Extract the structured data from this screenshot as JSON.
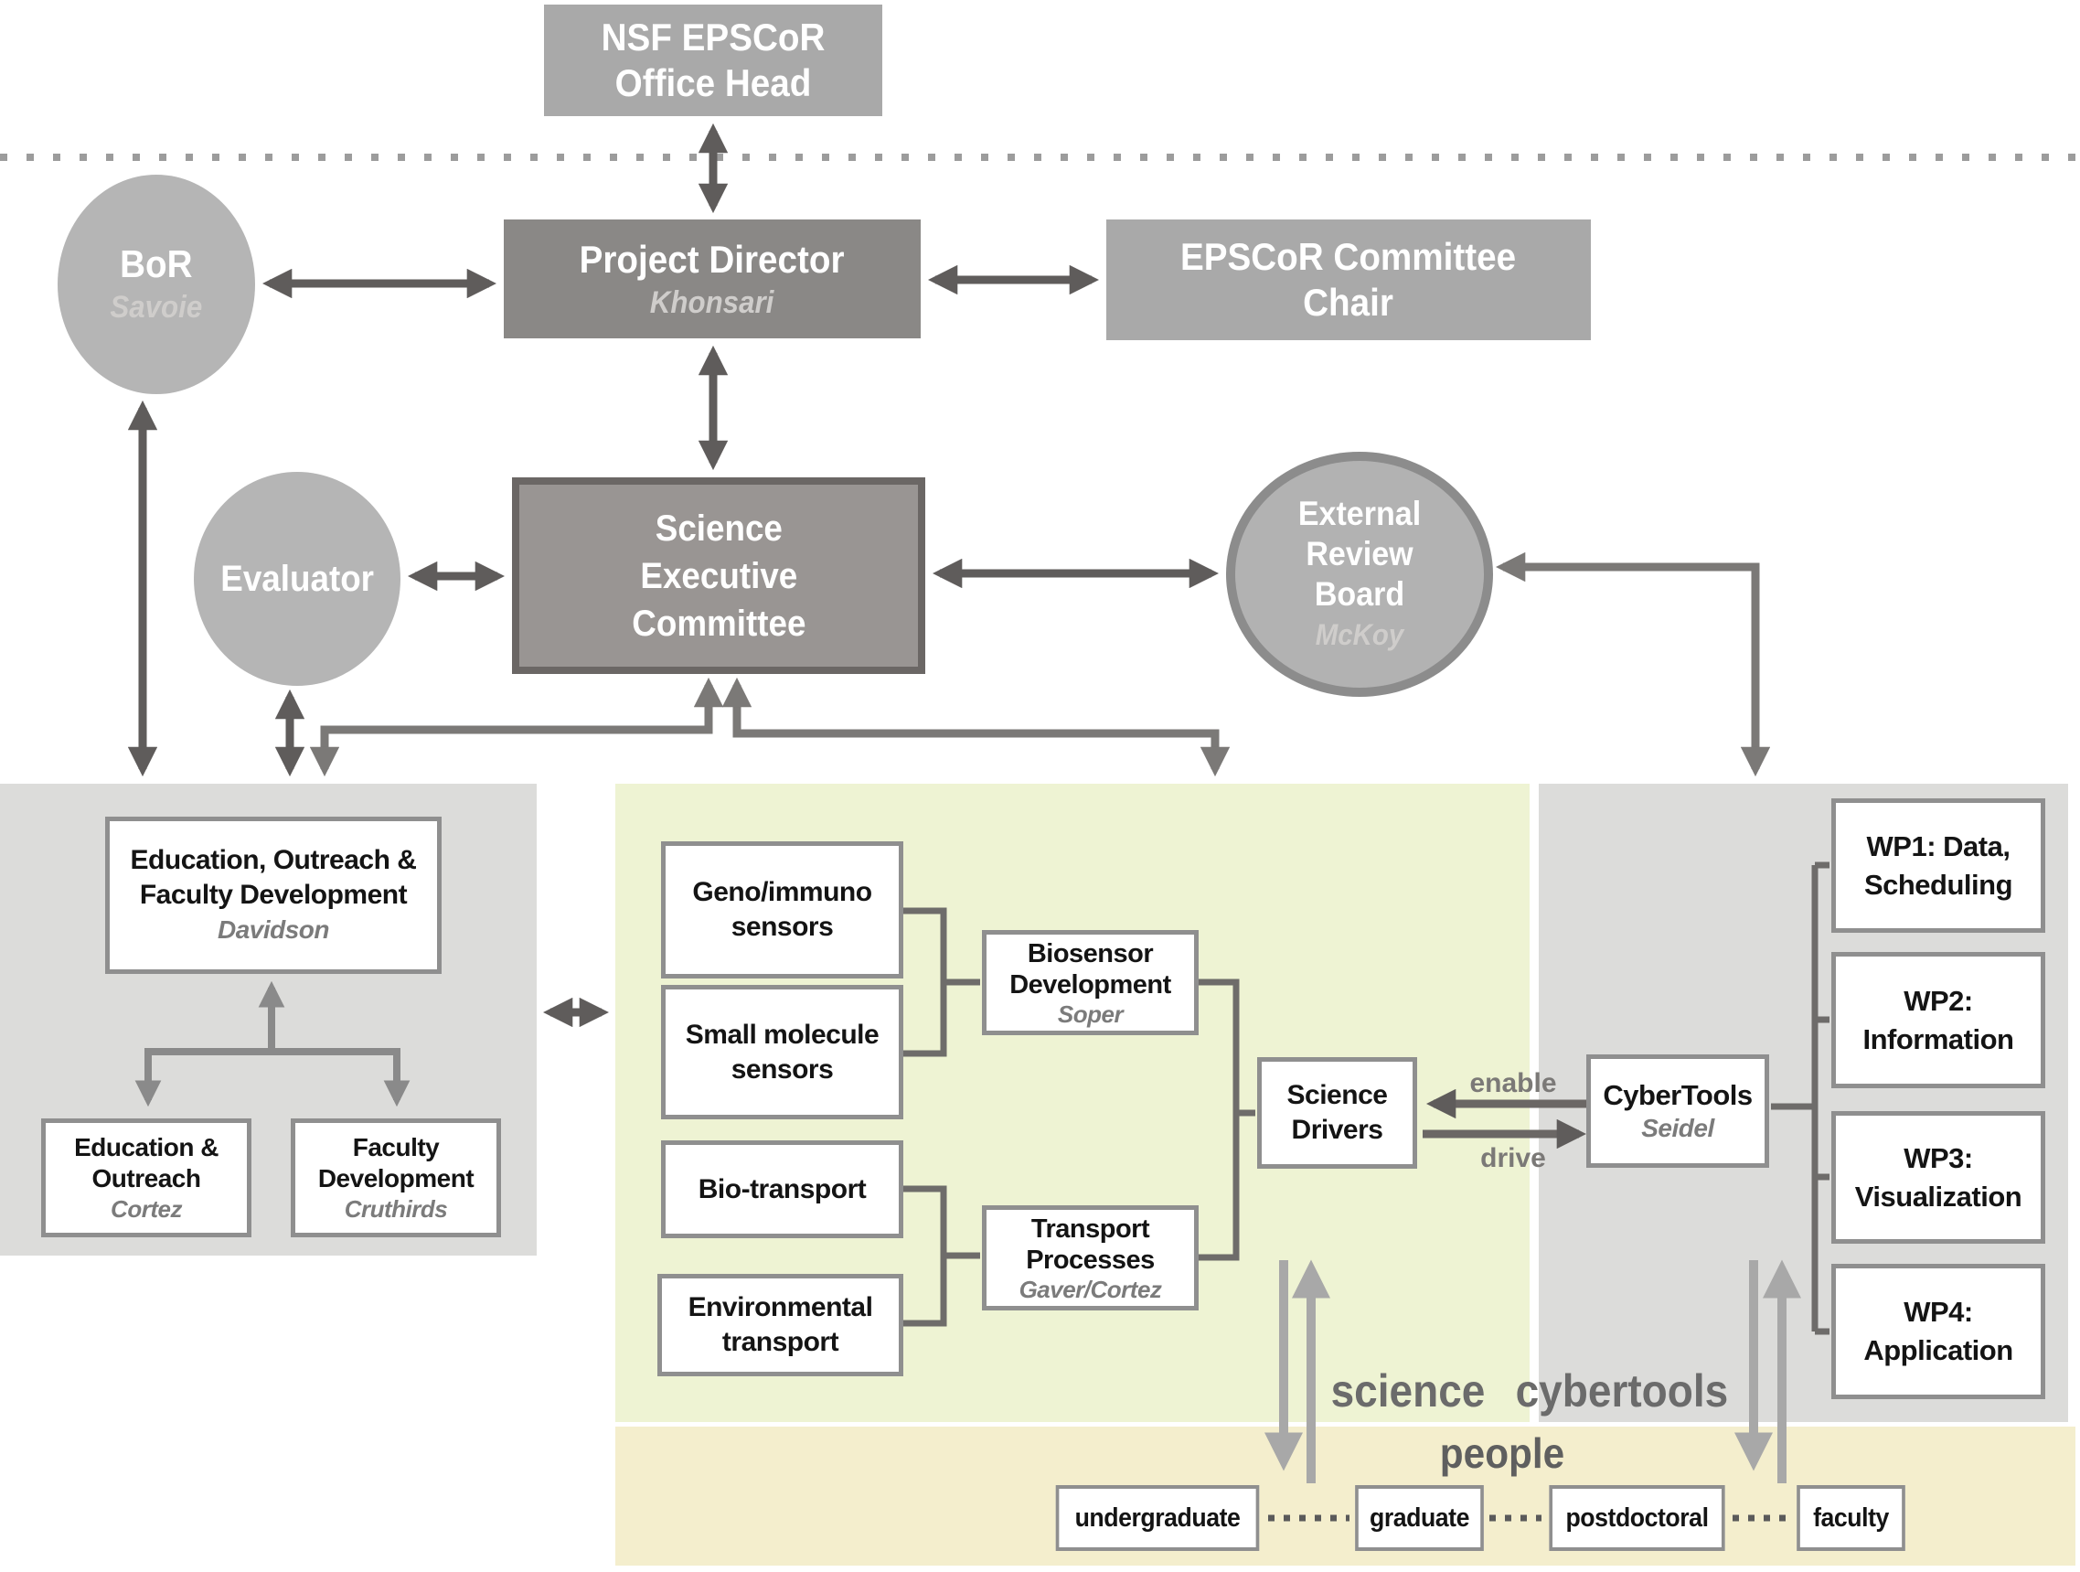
{
  "top": {
    "nsf": {
      "line1": "NSF EPSCoR",
      "line2": "Office Head"
    },
    "bor": {
      "title": "BoR",
      "name": "Savoie"
    },
    "pd": {
      "title": "Project Director",
      "name": "Khonsari"
    },
    "chair": {
      "line1": "EPSCoR Committee",
      "line2": "Chair"
    },
    "evaluator": {
      "title": "Evaluator"
    },
    "sec": {
      "line1": "Science",
      "line2": "Executive",
      "line3": "Committee"
    },
    "erb": {
      "line1": "External",
      "line2": "Review",
      "line3": "Board",
      "name": "McKoy"
    }
  },
  "education_panel": {
    "eofd": {
      "line1": "Education, Outreach &",
      "line2": "Faculty Development",
      "name": "Davidson"
    },
    "education_outreach": {
      "line1": "Education &",
      "line2": "Outreach",
      "name": "Cortez"
    },
    "faculty_development": {
      "line1": "Faculty",
      "line2": "Development",
      "name": "Cruthirds"
    }
  },
  "science_panel": {
    "geno_immuno": {
      "line1": "Geno/immuno",
      "line2": "sensors"
    },
    "small_molecule": {
      "line1": "Small molecule",
      "line2": "sensors"
    },
    "biosensor": {
      "line1": "Biosensor",
      "line2": "Development",
      "name": "Soper"
    },
    "bio_transport": {
      "line1": "Bio-transport"
    },
    "environmental": {
      "line1": "Environmental",
      "line2": "transport"
    },
    "transport_processes": {
      "line1": "Transport",
      "line2": "Processes",
      "name": "Gaver/Cortez"
    },
    "science_drivers": {
      "line1": "Science",
      "line2": "Drivers"
    },
    "label": "science"
  },
  "cybertools_panel": {
    "cybertools": {
      "title": "CyberTools",
      "name": "Seidel"
    },
    "wp1": {
      "line1": "WP1: Data,",
      "line2": "Scheduling"
    },
    "wp2": {
      "line1": "WP2:",
      "line2": "Information"
    },
    "wp3": {
      "line1": "WP3:",
      "line2": "Visualization"
    },
    "wp4": {
      "line1": "WP4:",
      "line2": "Application"
    },
    "label": "cybertools"
  },
  "links": {
    "enable": "enable",
    "drive": "drive"
  },
  "people_panel": {
    "label": "people",
    "items": [
      "undergraduate",
      "graduate",
      "postdoctoral",
      "faculty"
    ]
  },
  "colors": {
    "panel_gray": "#dcdcda",
    "panel_green": "#eef3d3",
    "panel_yellow": "#f4eecd",
    "box_gray_light": "#a9a9a9",
    "box_gray_dark": "#8a8886",
    "sec_fill": "#999593",
    "sec_border": "#6b6765",
    "ellipse_fill": "#b5b5b5",
    "erb_border": "#8c8c8c",
    "arrow_dark": "#5f5c5b",
    "arrow_mid": "#7b7977",
    "arrow_light": "#a8a8a8",
    "white_box_border": "#8f8f8f"
  }
}
